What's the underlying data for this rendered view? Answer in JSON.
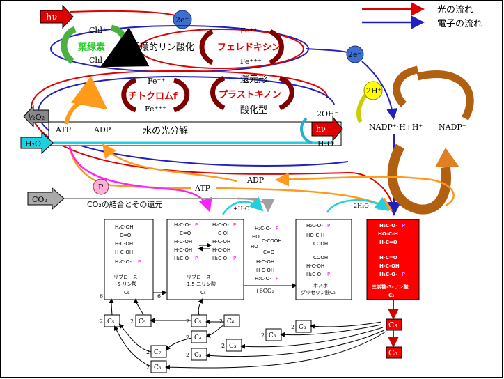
{
  "legend": {
    "light_flow": "光の流れ",
    "electron_flow": "電子の流れ",
    "light_color": "#e00000",
    "electron_color": "#2020c0"
  },
  "light_input": {
    "hv_top": "hν",
    "hv_mid": "hν"
  },
  "electron": {
    "e_top": "2e⁻",
    "e_right": "2e⁻",
    "h_plus": "2H⁺"
  },
  "cyclic": {
    "chl_plus": "Chl⁺",
    "chl": "Chl",
    "chlorophyll": "葉緑素",
    "cyclic_label": "循環的リン酸化",
    "fe2_top": "Fe⁺⁺",
    "ferredoxin": "フェレドキシン",
    "fe3_top": "Fe⁺⁺⁺"
  },
  "pq": {
    "reduced": "還元形",
    "plastoquinone": "プラストキノン",
    "oxidized": "酸化型",
    "cyt_fe2": "Fe⁺⁺",
    "cytochrome": "チトクロムf",
    "cyt_fe3": "Fe⁺⁺⁺"
  },
  "water_split": {
    "o2": "½O₂",
    "h2o": "H₂O",
    "atp": "ATP",
    "adp": "ADP",
    "photolysis": "水の光分解",
    "two_oh": "2OH⁻",
    "h2o_small": "H₂O"
  },
  "nadp": {
    "nadp_h": "NADP⁺·H+H⁺",
    "nadp_plus": "NADP⁺"
  },
  "calvin": {
    "co2": "CO₂",
    "co2_fix": "CO₂の結合とその還元",
    "adp": "ADP",
    "atp": "ATP",
    "p": "P",
    "h2o": "+H₂O",
    "minus_2h2o": "－2H₂O",
    "six_co2": "+6CO₂",
    "six_left": "6",
    "six_right": "6"
  },
  "molecules": {
    "ribulose5p": {
      "name": "リブロース",
      "name2": "-5-リン酸",
      "carbon": "C₅"
    },
    "rubp": {
      "name": "リブロース",
      "name2": "-1.5-二リン酸",
      "carbon": "C₅"
    },
    "pga": {
      "name": "ホスホ",
      "name2": "グリセリン酸C₃"
    },
    "triose": {
      "name": "三炭糖-3-リン酸",
      "carbon": "C₃"
    }
  },
  "regen": {
    "c5": "C₅",
    "c6": "C₆",
    "c4": "C₄",
    "c3": "C₃",
    "c7": "C₇",
    "two": "2",
    "c6_out": "C₆"
  }
}
